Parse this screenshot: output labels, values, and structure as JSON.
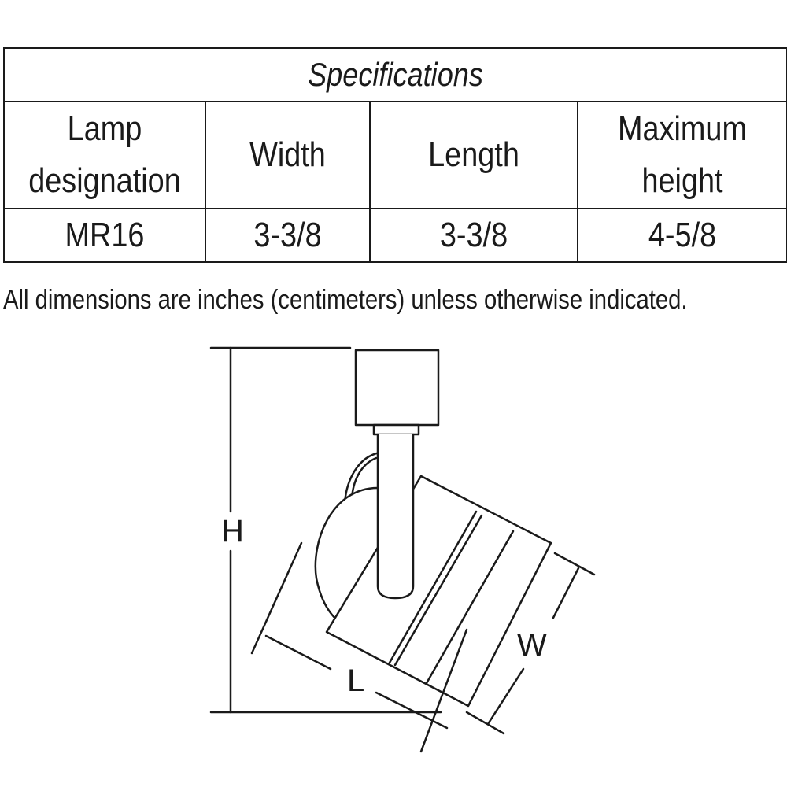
{
  "specifications": {
    "title": "Specifications",
    "columns": [
      "Lamp designation",
      "Width",
      "Length",
      "Maximum height"
    ],
    "rows": [
      {
        "lamp": "MR16",
        "width": "3-3/8",
        "length": "3-3/8",
        "max_height": "4-5/8"
      }
    ]
  },
  "note": "All dimensions are inches (centimeters) unless otherwise indicated.",
  "diagram": {
    "height_label": "H",
    "length_label": "L",
    "width_label": "W"
  }
}
